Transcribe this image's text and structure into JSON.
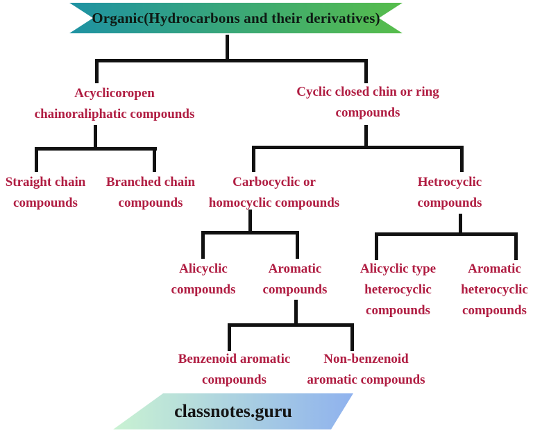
{
  "title": {
    "label": "Organic(Hydrocarbons and their derivatives)"
  },
  "nodes": {
    "acyclic": [
      "Acyclicoropen",
      "chainoraliphatic compounds"
    ],
    "cyclic": [
      "Cyclic closed chin or ring",
      "compounds"
    ],
    "straight": [
      "Straight chain",
      "compounds"
    ],
    "branched": [
      "Branched chain",
      "compounds"
    ],
    "carbocyclic": [
      "Carbocyclic or",
      "homocyclic compounds"
    ],
    "hetrocyclic": [
      "Hetrocyclic",
      "compounds"
    ],
    "alicyclic": [
      "Alicyclic",
      "compounds"
    ],
    "aromatic": [
      "Aromatic",
      "compounds"
    ],
    "alicyclic_het": [
      "Alicyclic type",
      "heterocyclic",
      "compounds"
    ],
    "aromatic_het": [
      "Aromatic",
      "heterocyclic",
      "compounds"
    ],
    "benzenoid": [
      "Benzenoid aromatic",
      "compounds"
    ],
    "non_benzenoid": [
      "Non-benzenoid",
      "aromatic compounds"
    ]
  },
  "footer": {
    "brand": "classnotes.guru"
  },
  "colors": {
    "node_text": "#b01d42",
    "connector": "#111111",
    "ribbon_gradient_start": "#1e92a3",
    "ribbon_gradient_end": "#57bd4b",
    "footer_gradient_start": "#c9f2d2",
    "footer_gradient_end": "#8fb2ee"
  }
}
